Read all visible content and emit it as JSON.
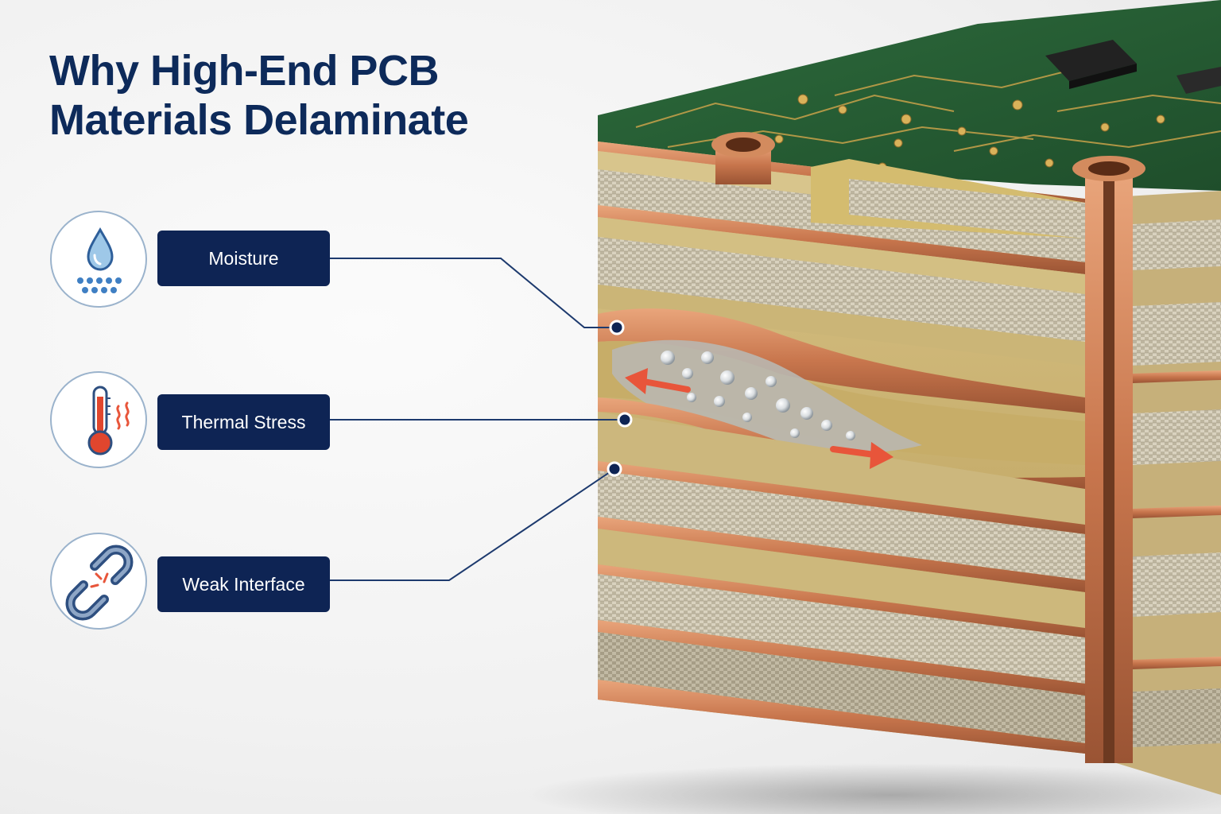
{
  "title": {
    "line1": "Why High-End PCB",
    "line2": "Materials Delaminate"
  },
  "causes": [
    {
      "label": "Moisture",
      "icon": "water-drop-icon"
    },
    {
      "label": "Thermal Stress",
      "icon": "thermometer-icon"
    },
    {
      "label": "Weak Interface",
      "icon": "broken-link-icon"
    }
  ],
  "colors": {
    "title": "#0d2a5a",
    "label_bg": "#0e2454",
    "leader_line": "#1d3a6e",
    "copper": "#c8805a",
    "fr4": "#c9b372",
    "glass_weave": "#cfc8b5",
    "solder_mask": "#2f6a3a",
    "arrow": "#e8553a"
  }
}
